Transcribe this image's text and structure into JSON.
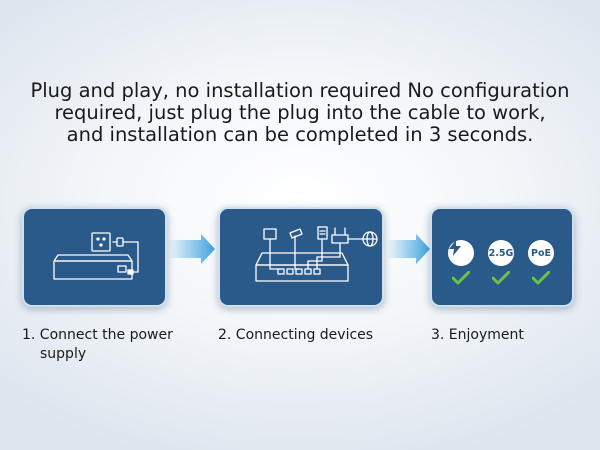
{
  "headline": {
    "line1": "Plug and play, no installation required No configuration",
    "line2": "required, just plug the plug into the cable to work,",
    "line3": "and installation can be completed in 3 seconds."
  },
  "steps": [
    {
      "line1": "1. Connect the power",
      "line2": "supply"
    },
    {
      "line1": "2. Connecting devices"
    },
    {
      "line1": "3. Enjoyment"
    }
  ],
  "badges": {
    "speed": "2.5G",
    "poe": "PoE"
  },
  "icons": {
    "power": "power-plug-icon",
    "devices": "network-switch-icon",
    "lightning": "lightning-icon",
    "check": "check-icon"
  },
  "colors": {
    "card": "#2a5a8a",
    "card_border": "#cfe0ef",
    "arrow": "#3fa3e0",
    "check": "#6cc04a",
    "text": "#1a1a1a"
  }
}
